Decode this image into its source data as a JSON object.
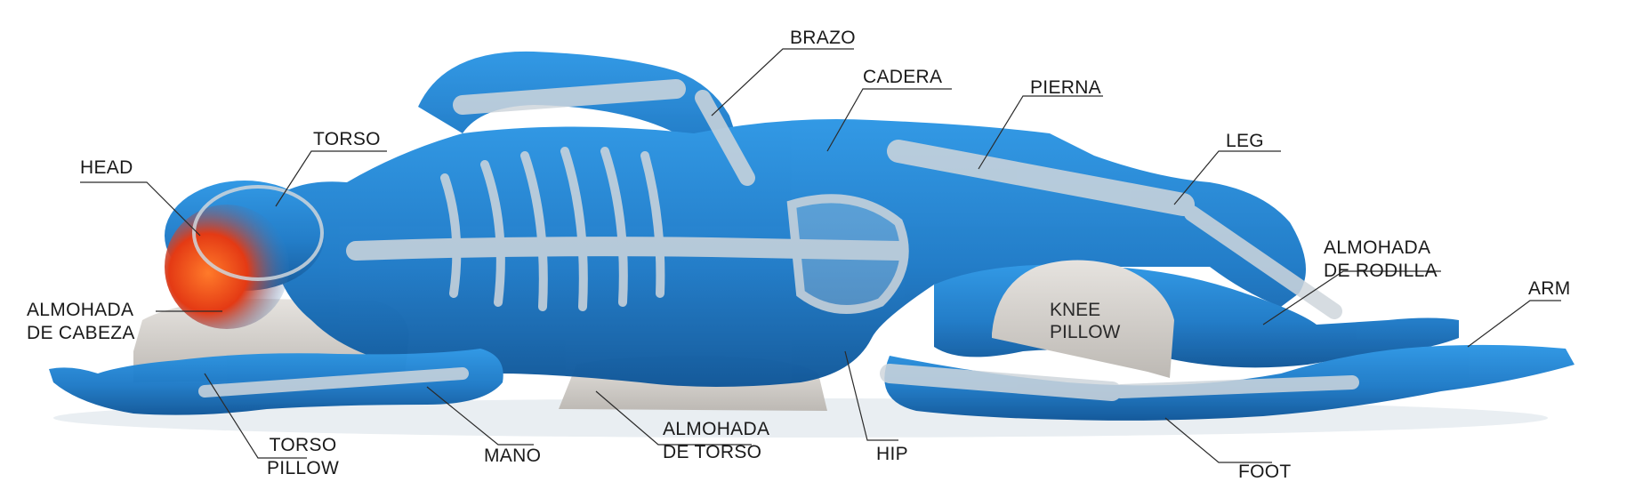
{
  "colors": {
    "body_blue": "#1f86d6",
    "body_blue_dark": "#0b4f92",
    "bone": "#cfd6dc",
    "pillow": "#d9d6d2",
    "head_glow": "#ef4a1c",
    "leader": "#2b2b2b"
  },
  "labels": {
    "head": "HEAD",
    "torso": "TORSO",
    "brazo": "BRAZO",
    "cadera": "CADERA",
    "pierna": "PIERNA",
    "leg": "LEG",
    "almohada_rodilla": [
      "ALMOHADA",
      "DE RODILLA"
    ],
    "arm": "ARM",
    "almohada_cabeza": [
      "ALMOHADA",
      "DE CABEZA"
    ],
    "torso_pillow": [
      "TORSO",
      "PILLOW"
    ],
    "mano": "MANO",
    "almohada_torso": [
      "ALMOHADA",
      "DE TORSO"
    ],
    "hip": "HIP",
    "foot": "FOOT",
    "knee_pillow": [
      "KNEE",
      "PILLOW"
    ]
  }
}
